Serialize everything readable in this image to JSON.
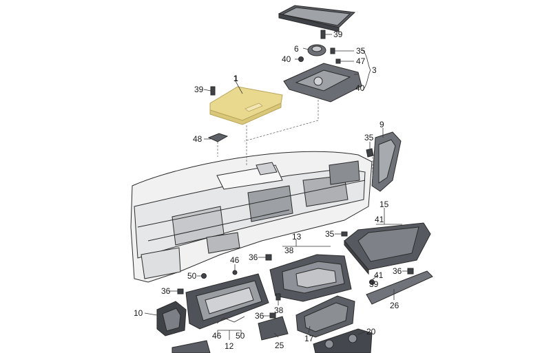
{
  "callouts": {
    "c1": "1",
    "c3": "3",
    "c6": "6",
    "c9": "9",
    "c10": "10",
    "c12": "12",
    "c13": "13",
    "c15": "15",
    "c17": "17",
    "c20": "20",
    "c25": "25",
    "c26": "26",
    "c35a": "35",
    "c35b": "35",
    "c35c": "35",
    "c36a": "36",
    "c36b": "36",
    "c36c": "36",
    "c36d": "36",
    "c38a": "38",
    "c38b": "38",
    "c39a": "39",
    "c39b": "39",
    "c39c": "39",
    "c40a": "40",
    "c40b": "40",
    "c41a": "41",
    "c41b": "41",
    "c46a": "46",
    "c46b": "46",
    "c47": "47",
    "c48": "48",
    "c50a": "50",
    "c50b": "50"
  },
  "colors": {
    "highlight_part": "#e9d98f",
    "highlight_edge": "#b9a458",
    "dash_board": "#f1f1f2",
    "dark_part": "#3f4247"
  }
}
